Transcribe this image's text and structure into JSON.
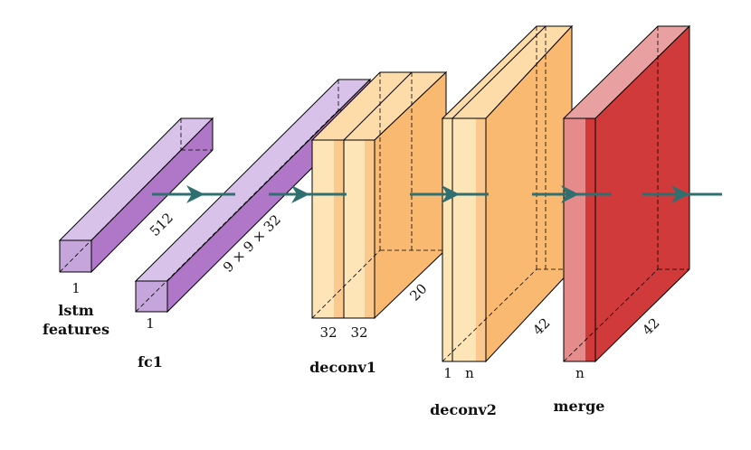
{
  "colors": {
    "lstm": "#c6a4dc",
    "fc": "#b077c9",
    "deconv_light": "#fde5b8",
    "deconv_mid": "#fbc88d",
    "deconv_dark": "#f9b970",
    "merge_light": "#e58b8b",
    "merge_dark": "#d03a3a",
    "connection": "#2f6f6f"
  },
  "layers": {
    "lstm": {
      "label_line1": "lstm",
      "label_line2": "features",
      "height": "1",
      "depth": "512"
    },
    "fc1": {
      "label": "fc1",
      "height": "1",
      "depth": "9 × 9 × 32"
    },
    "deconv1": {
      "label": "deconv1",
      "width_a": "32",
      "width_b": "32",
      "depth": "20"
    },
    "deconv2": {
      "label": "deconv2",
      "width_a": "1",
      "width_b": "n",
      "depth": "42"
    },
    "merge": {
      "label": "merge",
      "width": "n",
      "depth": "42"
    }
  }
}
